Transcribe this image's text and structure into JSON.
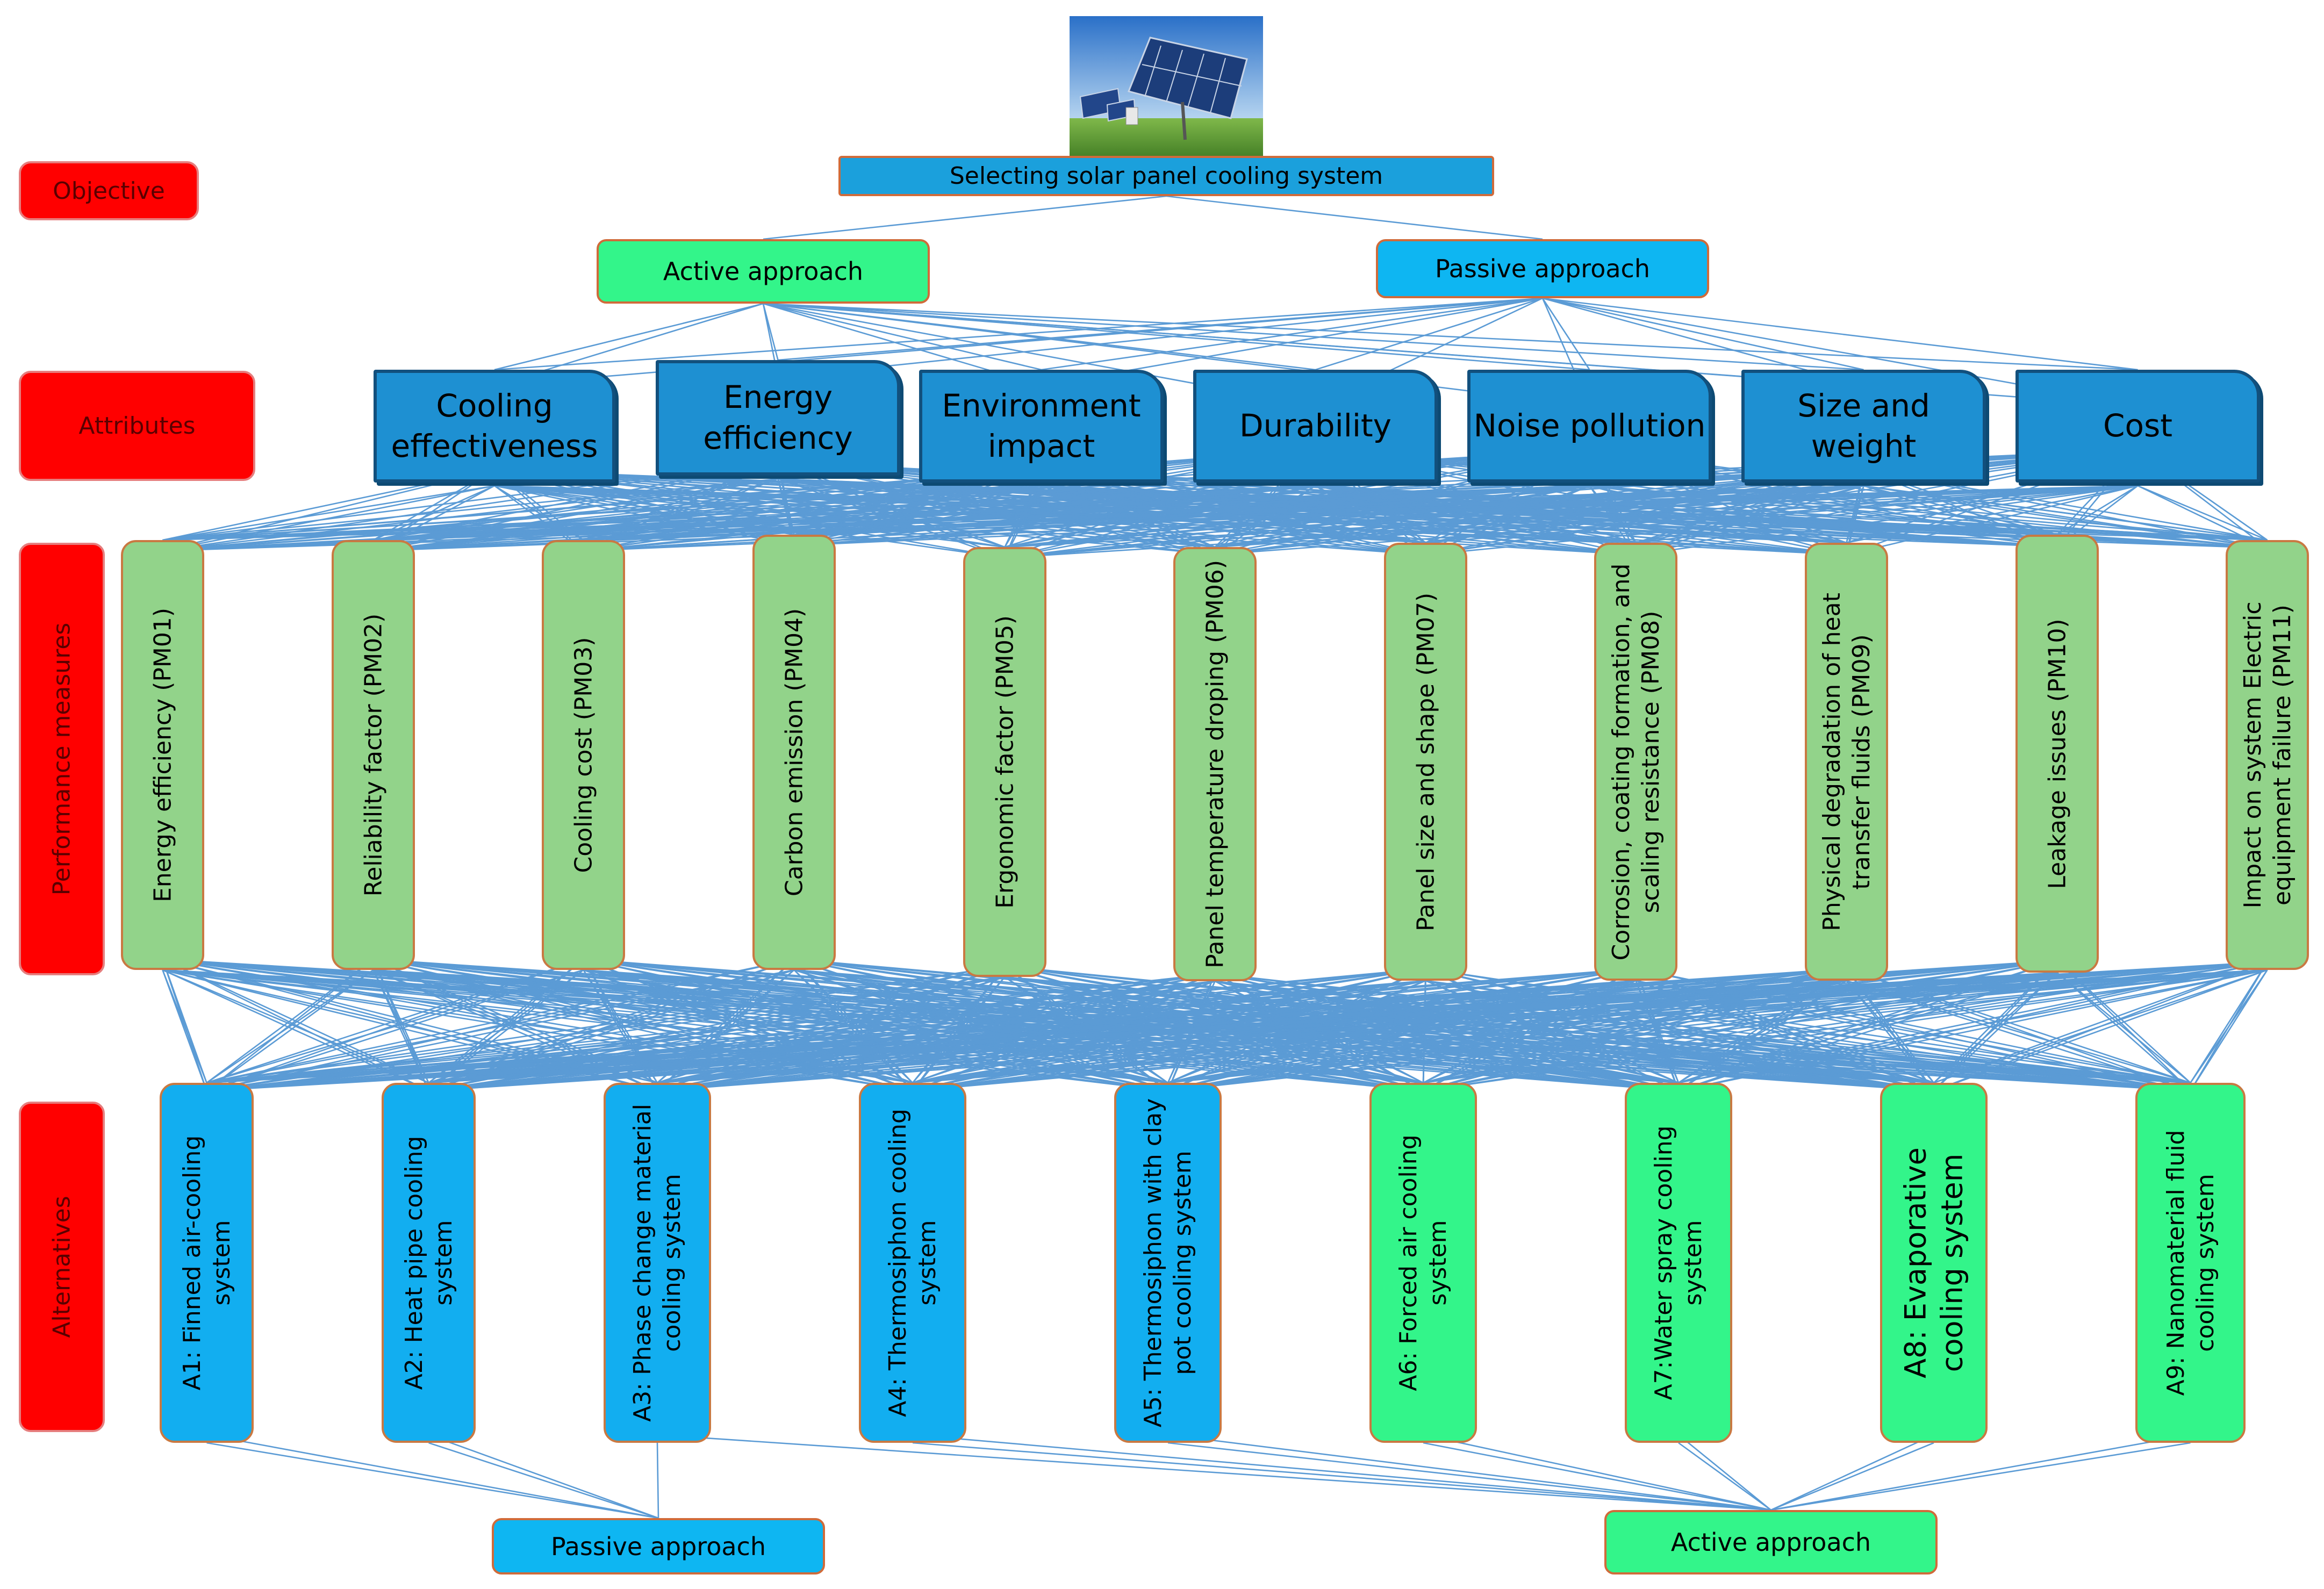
{
  "labels": {
    "objective": "Objective",
    "attributes": "Attributes",
    "performance": "Performance measures",
    "alternatives": "Alternatives"
  },
  "objective": "Selecting solar panel cooling system",
  "approaches_top": {
    "active": "Active approach",
    "passive": "Passive approach"
  },
  "attributes": [
    "Cooling effectiveness",
    "Energy efficiency",
    "Environment impact",
    "Durability",
    "Noise pollution",
    "Size and weight",
    "Cost"
  ],
  "performance_measures": [
    "Energy efficiency (PM01)",
    "Reliability factor (PM02)",
    "Cooling cost (PM03)",
    "Carbon emission (PM04)",
    "Ergonomic factor (PM05)",
    "Panel temperature droping (PM06)",
    "Panel size and shape (PM07)",
    "Corrosion, coating formation, and scaling resistance (PM08)",
    "Physical degradation of heat transfer fluids (PM09)",
    "Leakage issues (PM10)",
    "Impact on system Electric equipment failure (PM11)"
  ],
  "alternatives": [
    "A1: Finned air-cooling system",
    "A2: Heat pipe cooling system",
    "A3: Phase change material cooling  system",
    "A4: Thermosiphon cooling system",
    "A5: Thermosiphon with clay pot cooling  system",
    "A6: Forced air cooling system",
    "A7:Water spray cooling system",
    "A8: Evaporative cooling system",
    "A9: Nanomaterial fluid cooling system"
  ],
  "approaches_bottom": {
    "passive": "Passive approach",
    "active": "Active approach"
  },
  "colors": {
    "link": "#5b9bd5",
    "red_label": "#ff0000",
    "attribute_fill": "#1e90d2",
    "pm_fill": "#92d38a",
    "passive_fill": "#12aef0",
    "active_fill": "#33f58a"
  },
  "icons": {
    "image": "solar-panel-photo"
  }
}
